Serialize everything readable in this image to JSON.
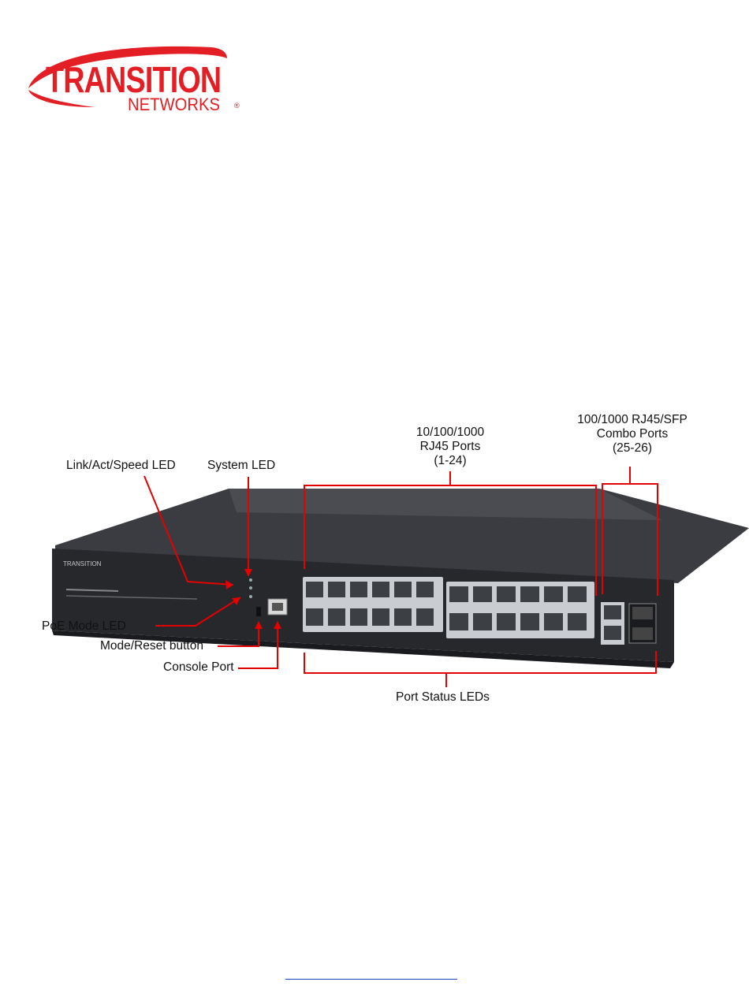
{
  "logo": {
    "brand": "TRANSITION",
    "sub": "NETWORKS",
    "reg": "®"
  },
  "callouts": {
    "link_act_speed_led": "Link/Act/Speed LED",
    "system_led": "System LED",
    "poe_mode_led": "PoE Mode LED",
    "mode_reset_button": "Mode/Reset button",
    "console_port": "Console Port",
    "rj45_ports": [
      "10/100/1000",
      "RJ45 Ports",
      "(1-24)"
    ],
    "combo_ports": [
      "100/1000 RJ45/SFP",
      "Combo Ports",
      "(25-26)"
    ],
    "port_status_leds": "Port Status LEDs"
  },
  "colors": {
    "brand_red": "#e31e24",
    "callout_red": "#e60000",
    "switch_body": "#2b2d31",
    "link_underline": "#1a3fc4"
  }
}
